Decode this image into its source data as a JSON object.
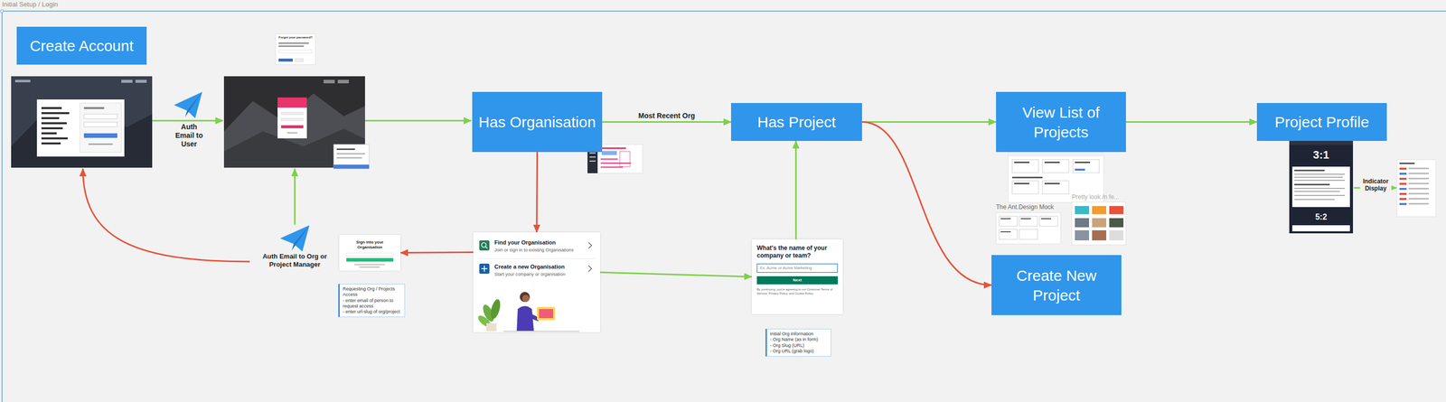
{
  "diagram": {
    "nodes": [
      {
        "text": [
          "Create Account"
        ]
      },
      {
        "text": [
          "Has Organisation"
        ]
      },
      {
        "text": [
          "Has Project"
        ]
      },
      {
        "text": [
          "View List of Projects"
        ]
      },
      {
        "text": [
          "Project Profile"
        ]
      },
      {
        "text": [
          "Create New Project"
        ]
      },
      {
        "text": [
          "Find your Organisation",
          "Join or sign in to existing Organisations",
          "Create a new Organisation",
          "Start your company or organisation"
        ]
      },
      {
        "text": [
          "Sign into your Organisation"
        ]
      },
      {
        "text": [
          "Requesting Org / Projects Access",
          "- enter email of person to request access",
          "- enter url-slug of org/project"
        ]
      },
      {
        "text": [
          "What's the name of your company or team?",
          "Ex. Acme or Acme Marketing",
          "Next",
          "By continuing, you're agreeing to our Customer Terms of Service, Privacy Policy, and Cookie Policy."
        ]
      },
      {
        "text": [
          "Initial Org Information",
          "- Org Name (as in form)",
          "- Org Slug (URL)",
          "- Org URL (grab logo)"
        ]
      }
    ],
    "edges": [
      {
        "from": 1,
        "to": 2,
        "label": "Most Recent Org",
        "arrow": "to"
      },
      {
        "from": 1,
        "to": 6,
        "arrow": "to"
      },
      {
        "from": 6,
        "to": 7,
        "arrow": "to"
      },
      {
        "from": 6,
        "to": 9,
        "arrow": "to"
      },
      {
        "from": 9,
        "to": 2,
        "arrow": "to"
      },
      {
        "from": 2,
        "to": 3,
        "arrow": "to"
      },
      {
        "from": 2,
        "to": 5,
        "arrow": "to"
      },
      {
        "from": 3,
        "to": 4,
        "arrow": "to"
      }
    ],
    "labels": [
      "Initial Setup / Login",
      "Auth Email to User",
      "Auth Email to Org or Project Manager",
      "Forgot your password?",
      "The Ant.Design Mock",
      "Pretty look /n fe...",
      "3:1",
      "5:2",
      "Indicator Display"
    ]
  }
}
